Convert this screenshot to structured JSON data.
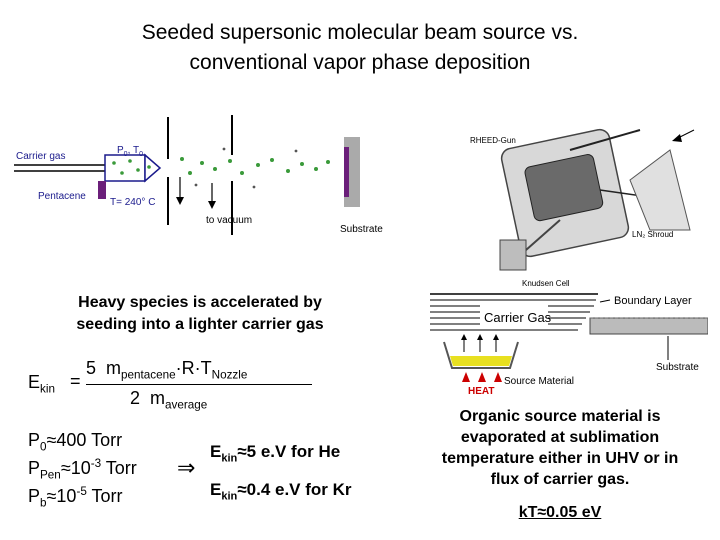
{
  "title": {
    "line1": "Seeded supersonic molecular beam source vs.",
    "line2": "conventional vapor phase deposition"
  },
  "beam_diagram": {
    "carrier_gas": "Carrier gas",
    "p_t": "P",
    "p_sub": "0",
    "t": ", T",
    "t_sub": "0",
    "pentacene": "Pentacene",
    "temperature": "T= 240° C",
    "to_vacuum": "to vacuum",
    "substrate": "Substrate"
  },
  "chamber_diagram": {
    "cheed_gun": "RHEED-Gun",
    "ln2_shroud": "LN₂ Shroud",
    "knudsen_cell": "Knudsen Cell"
  },
  "heavy_species": {
    "line1": "Heavy species is accelerated by",
    "line2": "seeding into a lighter carrier gas"
  },
  "formula": {
    "lhs": "E",
    "lhs_sub": "kin",
    "equals": "=",
    "numerator_coef": "5",
    "m_pentacene": "m",
    "m_pentacene_sub": "pentacene",
    "dot1": "·",
    "r": "R",
    "dot2": "·",
    "t": "T",
    "t_sub": "Nozzle",
    "denominator_coef": "2",
    "m_average": "m",
    "m_average_sub": "average"
  },
  "pressures": {
    "p0_main": "P",
    "p0_sub": "0",
    "p0_val": "≈400 Torr",
    "ppen_main": "P",
    "ppen_sub": "Pen",
    "ppen_val": "≈10",
    "ppen_exp": "-3",
    "ppen_unit": " Torr",
    "pb_main": "P",
    "pb_sub": "b",
    "pb_val": "≈10",
    "pb_exp": "-5",
    "pb_unit": " Torr"
  },
  "arrow": "⇒",
  "energies": {
    "he_main": "E",
    "he_sub": "kin",
    "he_val": "≈5 e.V for He",
    "kr_main": "E",
    "kr_sub": "kin",
    "kr_val": "≈0.4 e.V for Kr"
  },
  "vapor_diagram": {
    "boundary_layer": "Boundary Layer",
    "carrier_gas": "Carrier Gas",
    "substrate": "Substrate",
    "heat": "HEAT",
    "source_material": "Source Material"
  },
  "organic": {
    "line1": "Organic source material is",
    "line2": "evaporated at sublimation",
    "line3": "temperature either in UHV or in",
    "line4": "flux of carrier gas."
  },
  "kt": "kT≈0.05 eV",
  "colors": {
    "green_dots": "#3a9a3a",
    "label_blue": "#1a1a8c",
    "purple": "#6b1f7a",
    "substrate_gray": "#aaaaaa",
    "heat_red": "#cc0000",
    "source_yellow": "#e8e020"
  }
}
